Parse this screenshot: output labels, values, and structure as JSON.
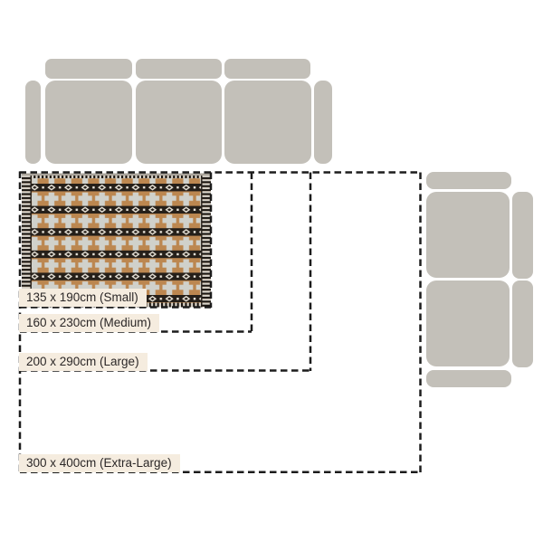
{
  "sizes": [
    {
      "id": "small",
      "label": "135 x 190cm (Small)"
    },
    {
      "id": "medium",
      "label": "160 x 230cm (Medium)"
    },
    {
      "id": "large",
      "label": "200 x 290cm (Large)"
    },
    {
      "id": "extra_large",
      "label": "300 x 400cm (Extra-Large)"
    }
  ],
  "colors": {
    "background": "#ffffff",
    "sofa_fill": "#c3c0b9",
    "dash_line": "#1c1c1c",
    "label_background": "#f5ecdf",
    "label_text": "#2b2727",
    "rug_tan": "#bc8750",
    "rug_black": "#251f19",
    "rug_cross_gray": "#d0d1cb",
    "rug_cream": "#ece7dc",
    "rug_fringe_light": "#d8d3ca"
  }
}
